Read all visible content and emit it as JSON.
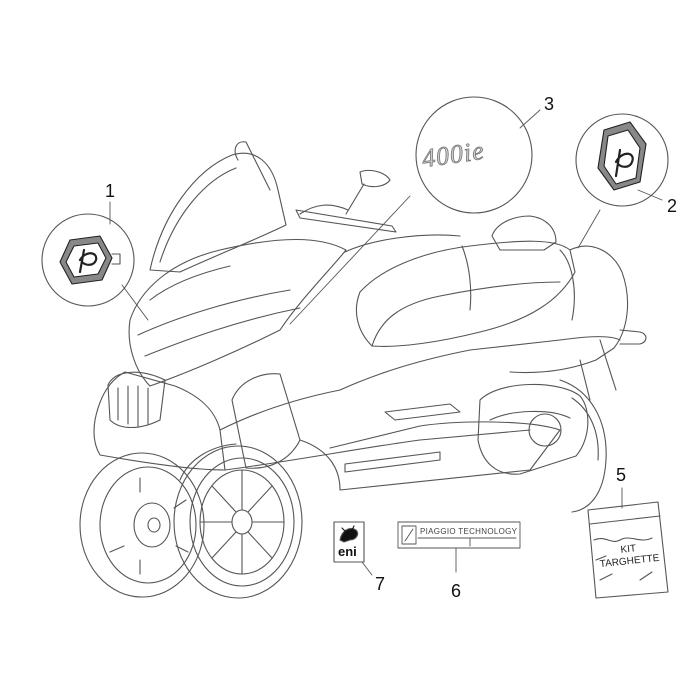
{
  "callouts": {
    "c1": "1",
    "c2": "2",
    "c3": "3",
    "c5": "5",
    "c6": "6",
    "c7": "7"
  },
  "parts": {
    "model_badge": "400ie",
    "tech_plate": "PIAGGIO TECHNOLOGY",
    "fuel_sticker": "eni",
    "kit_line1": "KIT",
    "kit_line2": "TARGHETTE"
  },
  "colors": {
    "line": "#555555",
    "logo_dark": "#222222",
    "logo_mid": "#888888"
  }
}
